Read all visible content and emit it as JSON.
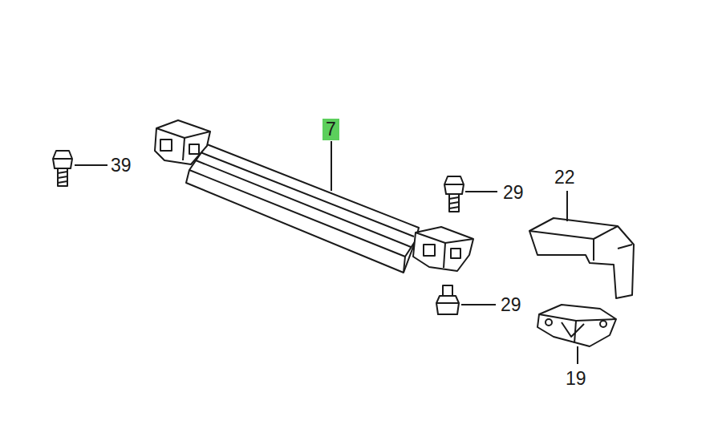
{
  "diagram": {
    "nodes": [
      {
        "text": [
          "7"
        ]
      }
    ],
    "labels": [
      "39",
      "29",
      "22",
      "29",
      "19"
    ]
  }
}
